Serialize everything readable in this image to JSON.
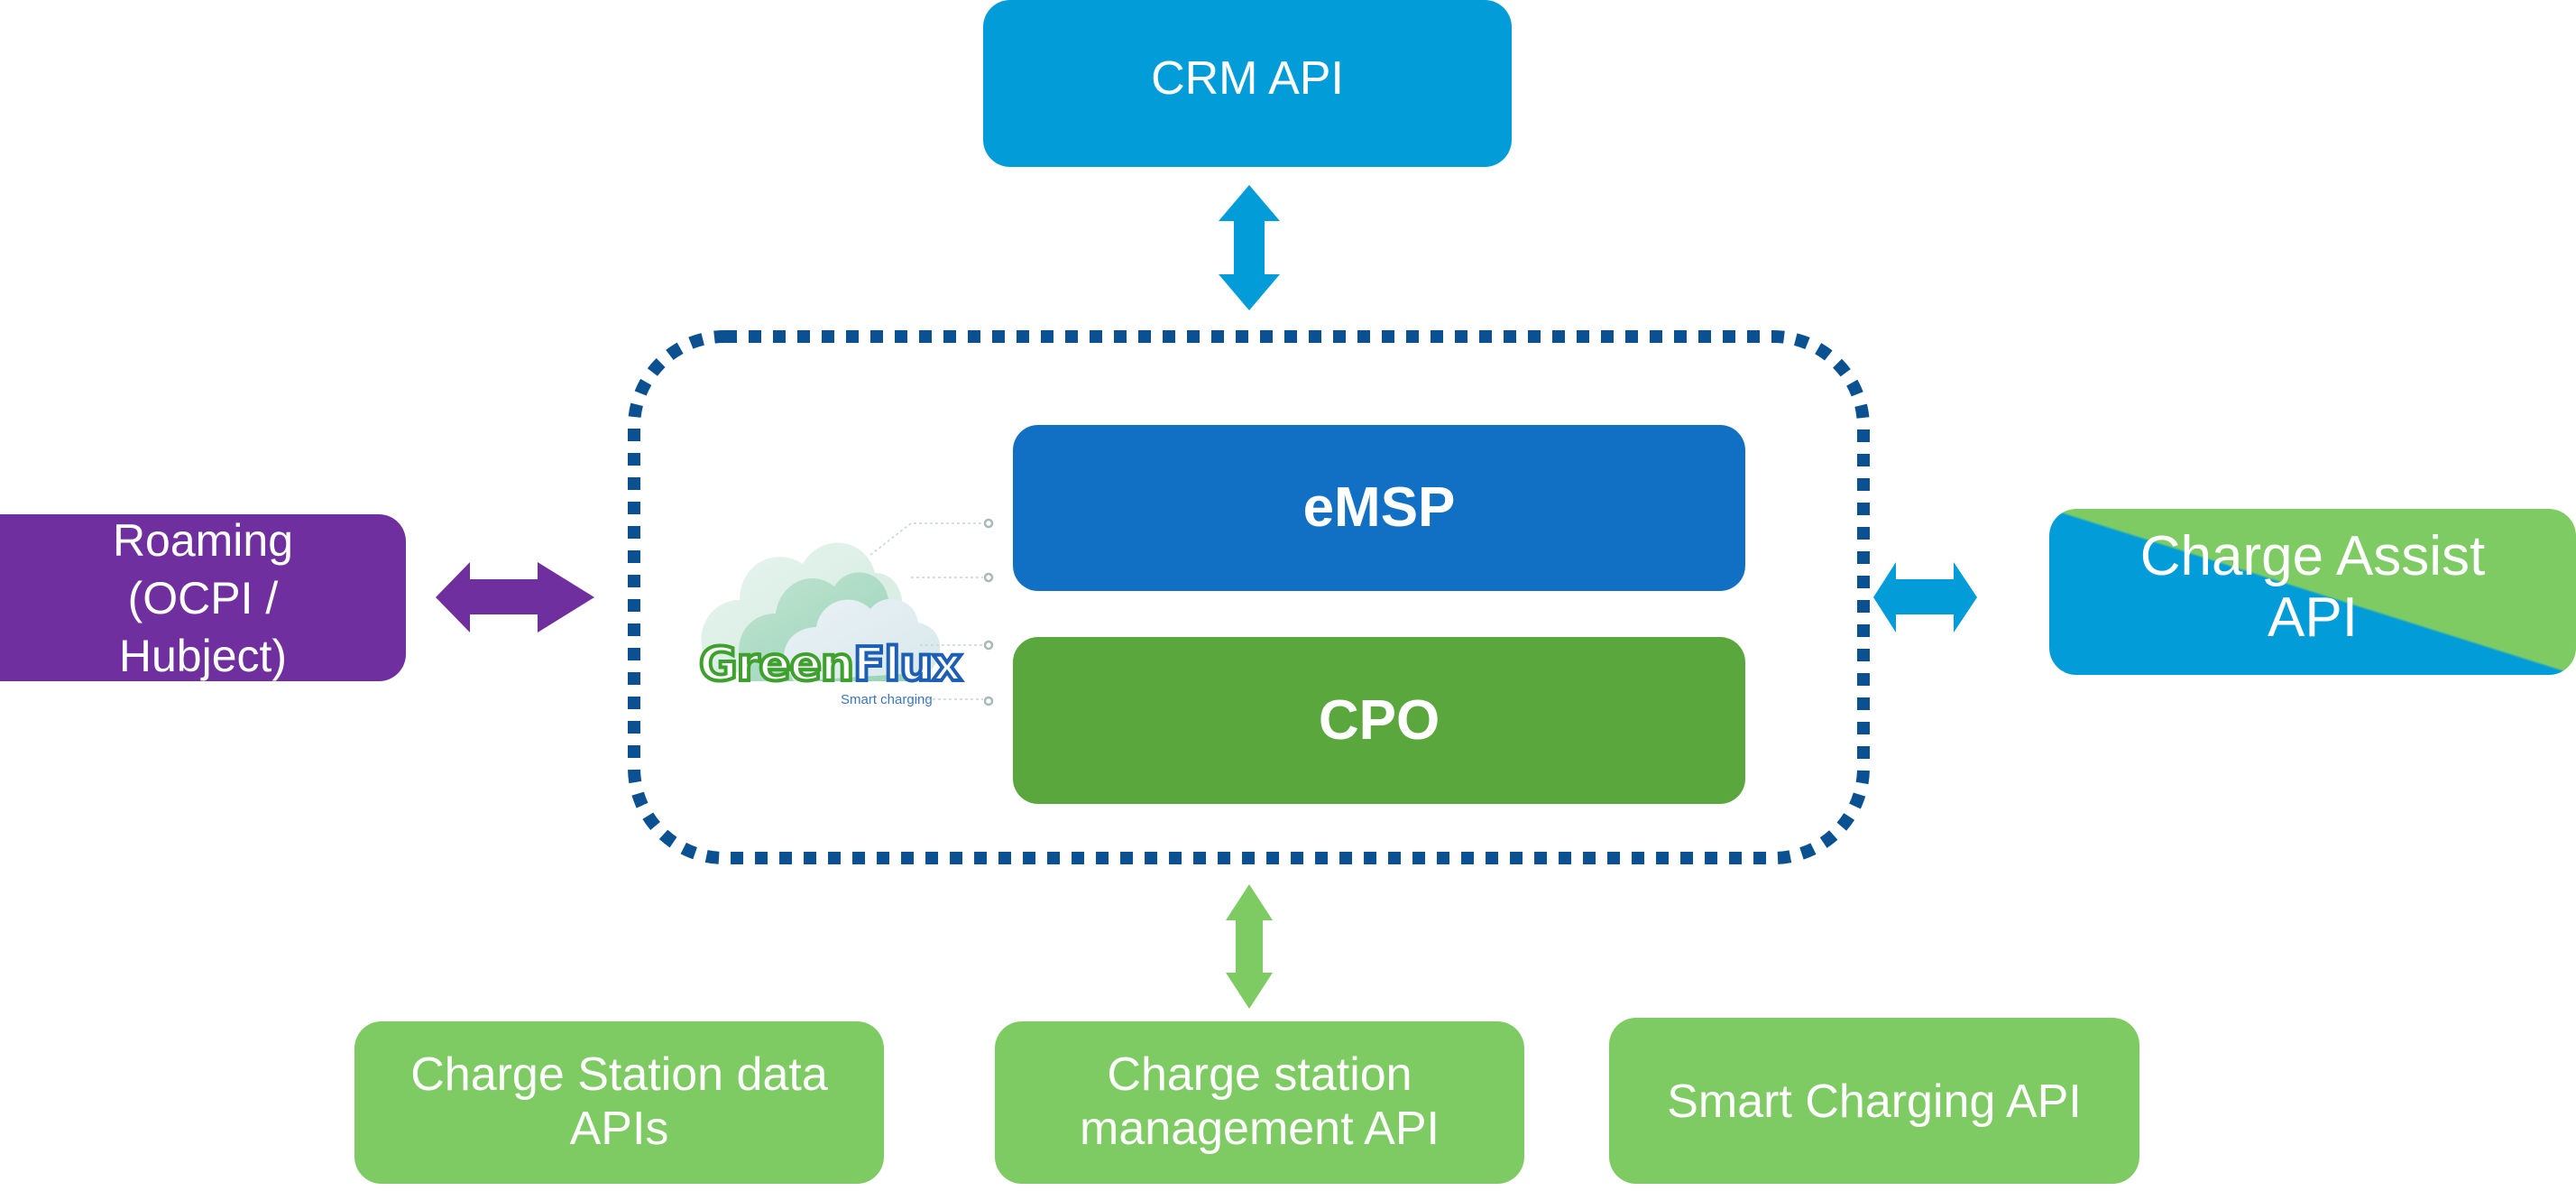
{
  "diagram": {
    "title": "",
    "nodes": {
      "crm": {
        "label": "CRM API",
        "color": "#029dd9"
      },
      "roaming": {
        "label": "Roaming\n(OCPI /\nHubject)",
        "color": "#6f2f9f"
      },
      "emsp": {
        "label": "eMSP",
        "color": "#1270c4"
      },
      "cpo": {
        "label": "CPO",
        "color": "#5aa83d"
      },
      "charge_assist": {
        "label": "Charge Assist\nAPI",
        "colors": [
          "#029dd9",
          "#7ecb63"
        ]
      },
      "charge_station_data": {
        "label": "Charge Station data\nAPIs",
        "color": "#7ecb63"
      },
      "charge_station_mgmt": {
        "label": "Charge station\nmanagement API",
        "color": "#7ecb63"
      },
      "smart_charging": {
        "label": "Smart Charging API",
        "color": "#7ecb63"
      }
    },
    "platform": {
      "logo_name": "GreenFlux",
      "logo_part1": "Green",
      "logo_part2": "Flux",
      "logo_tagline": "Smart charging",
      "border_color": "#0b5191",
      "border_style": "dotted"
    },
    "edges": [
      {
        "from": "crm",
        "to": "platform",
        "type": "bidirectional",
        "color": "#029dd9"
      },
      {
        "from": "roaming",
        "to": "platform",
        "type": "bidirectional",
        "color": "#6f2f9f"
      },
      {
        "from": "charge_assist",
        "to": "platform",
        "type": "bidirectional",
        "color": "#029dd9"
      },
      {
        "from": "charge_station_mgmt",
        "to": "platform",
        "type": "bidirectional",
        "color": "#7ecb63"
      }
    ]
  }
}
